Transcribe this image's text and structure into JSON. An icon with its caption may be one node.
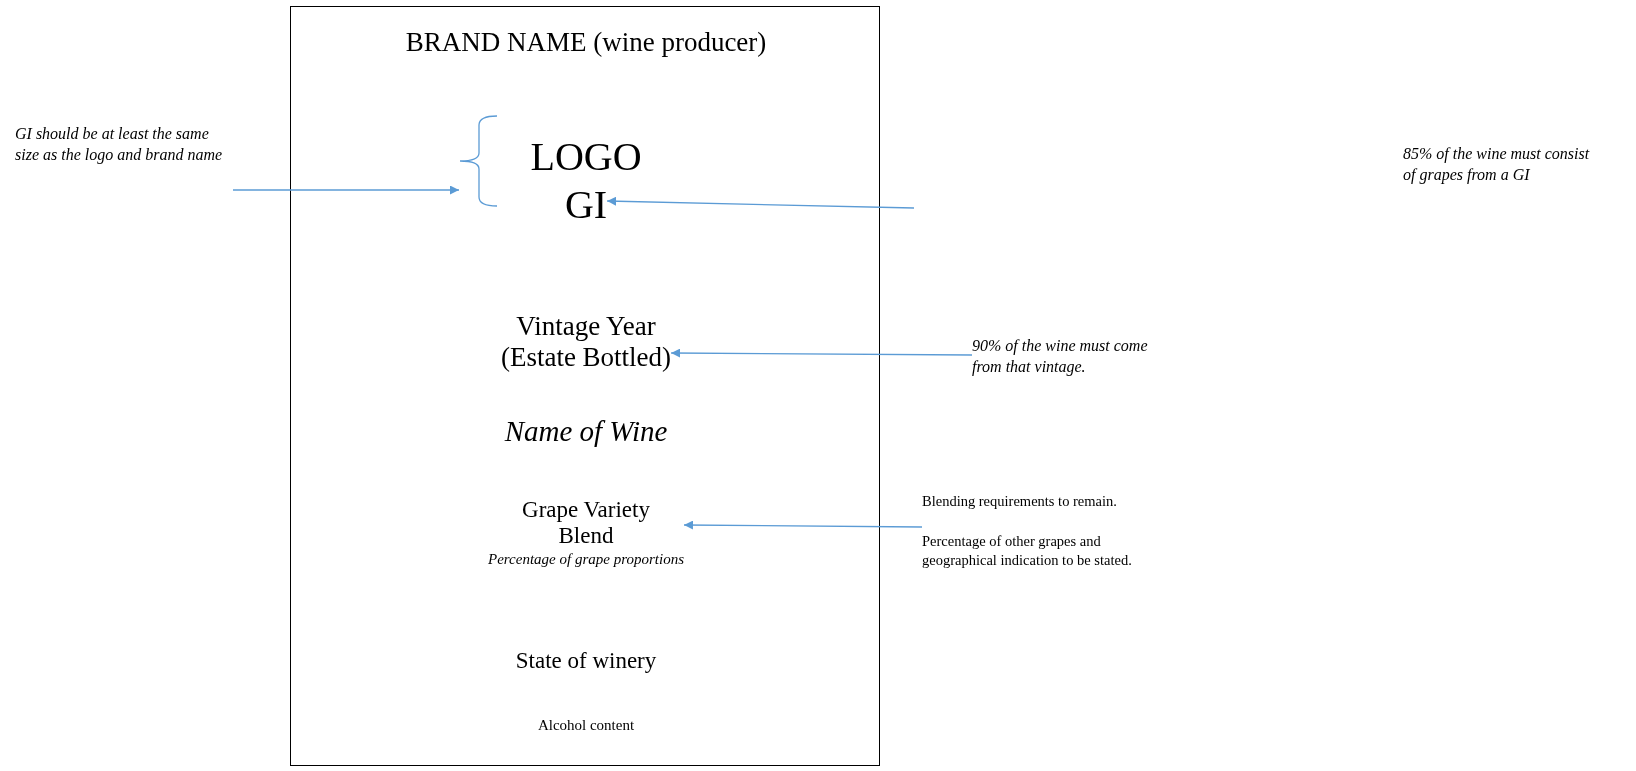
{
  "diagram": {
    "nodes": [
      {
        "text": [],
        "shape": "box"
      },
      {
        "text": [
          "BRAND NAME (wine producer)"
        ],
        "in": 0
      },
      {
        "text": [
          "LOGO"
        ],
        "in": 0
      },
      {
        "text": [
          "GI"
        ],
        "in": 0
      },
      {
        "text": [],
        "shape": "bracket",
        "in": 0
      },
      {
        "text": [
          "Vintage Year",
          "(Estate Bottled)"
        ],
        "in": 0
      },
      {
        "text": [
          "Name of Wine"
        ],
        "in": 0
      },
      {
        "text": [
          "Grape Variety Blend",
          "Percentage of grape proportions"
        ],
        "in": 0
      },
      {
        "text": [
          "State of winery"
        ],
        "in": 0
      },
      {
        "text": [
          "Alcohol content"
        ],
        "in": 0
      },
      {
        "text": [
          "GI should be at least the same size as the logo and brand name"
        ]
      },
      {
        "text": [
          "90% of the wine must come from that vintage."
        ]
      },
      {
        "text": [
          "Blending requirements to remain.",
          "Percentage of other grapes and geographical indication to be stated."
        ]
      }
    ],
    "edges": [
      {
        "from": 10,
        "to": 4,
        "arrow": "to"
      },
      {
        "from": null,
        "to": 3,
        "arrow": "to"
      },
      {
        "from": 11,
        "to": 5,
        "arrow": "to"
      },
      {
        "from": 12,
        "to": 7,
        "arrow": "to"
      }
    ],
    "labels": [
      "85% of the wine must consist of grapes from a GI"
    ]
  }
}
